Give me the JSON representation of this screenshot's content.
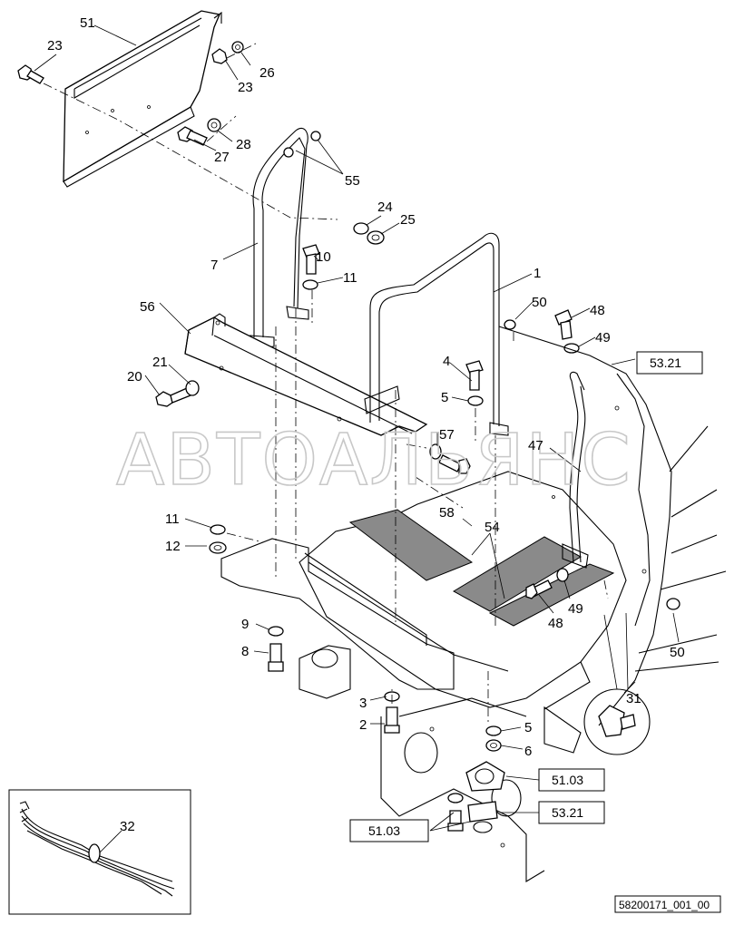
{
  "watermark": "АВТОАЛЬЯНС",
  "drawing_code": "58200171_001_00",
  "callouts": [
    {
      "id": "c51",
      "text": "51"
    },
    {
      "id": "c23a",
      "text": "23"
    },
    {
      "id": "c23b",
      "text": "23"
    },
    {
      "id": "c26",
      "text": "26"
    },
    {
      "id": "c28",
      "text": "28"
    },
    {
      "id": "c27",
      "text": "27"
    },
    {
      "id": "c55",
      "text": "55"
    },
    {
      "id": "c24",
      "text": "24"
    },
    {
      "id": "c25",
      "text": "25"
    },
    {
      "id": "c7",
      "text": "7"
    },
    {
      "id": "c10",
      "text": "10"
    },
    {
      "id": "c11a",
      "text": "11"
    },
    {
      "id": "c1",
      "text": "1"
    },
    {
      "id": "c56",
      "text": "56"
    },
    {
      "id": "c50a",
      "text": "50"
    },
    {
      "id": "c48a",
      "text": "48"
    },
    {
      "id": "c49a",
      "text": "49"
    },
    {
      "id": "c21",
      "text": "21"
    },
    {
      "id": "c20",
      "text": "20"
    },
    {
      "id": "c4",
      "text": "4"
    },
    {
      "id": "c5a",
      "text": "5"
    },
    {
      "id": "c57",
      "text": "57"
    },
    {
      "id": "c47",
      "text": "47"
    },
    {
      "id": "c58",
      "text": "58"
    },
    {
      "id": "c54",
      "text": "54"
    },
    {
      "id": "c11b",
      "text": "11"
    },
    {
      "id": "c12",
      "text": "12"
    },
    {
      "id": "c9",
      "text": "9"
    },
    {
      "id": "c8",
      "text": "8"
    },
    {
      "id": "c49b",
      "text": "49"
    },
    {
      "id": "c48b",
      "text": "48"
    },
    {
      "id": "c50b",
      "text": "50"
    },
    {
      "id": "c31",
      "text": "31"
    },
    {
      "id": "c3",
      "text": "3"
    },
    {
      "id": "c2",
      "text": "2"
    },
    {
      "id": "c5b",
      "text": "5"
    },
    {
      "id": "c6",
      "text": "6"
    },
    {
      "id": "c32",
      "text": "32"
    }
  ],
  "reference_boxes": [
    {
      "id": "r5321a",
      "text": "53.21"
    },
    {
      "id": "r5103a",
      "text": "51.03"
    },
    {
      "id": "r5321b",
      "text": "53.21"
    },
    {
      "id": "r5103b",
      "text": "51.03"
    }
  ]
}
